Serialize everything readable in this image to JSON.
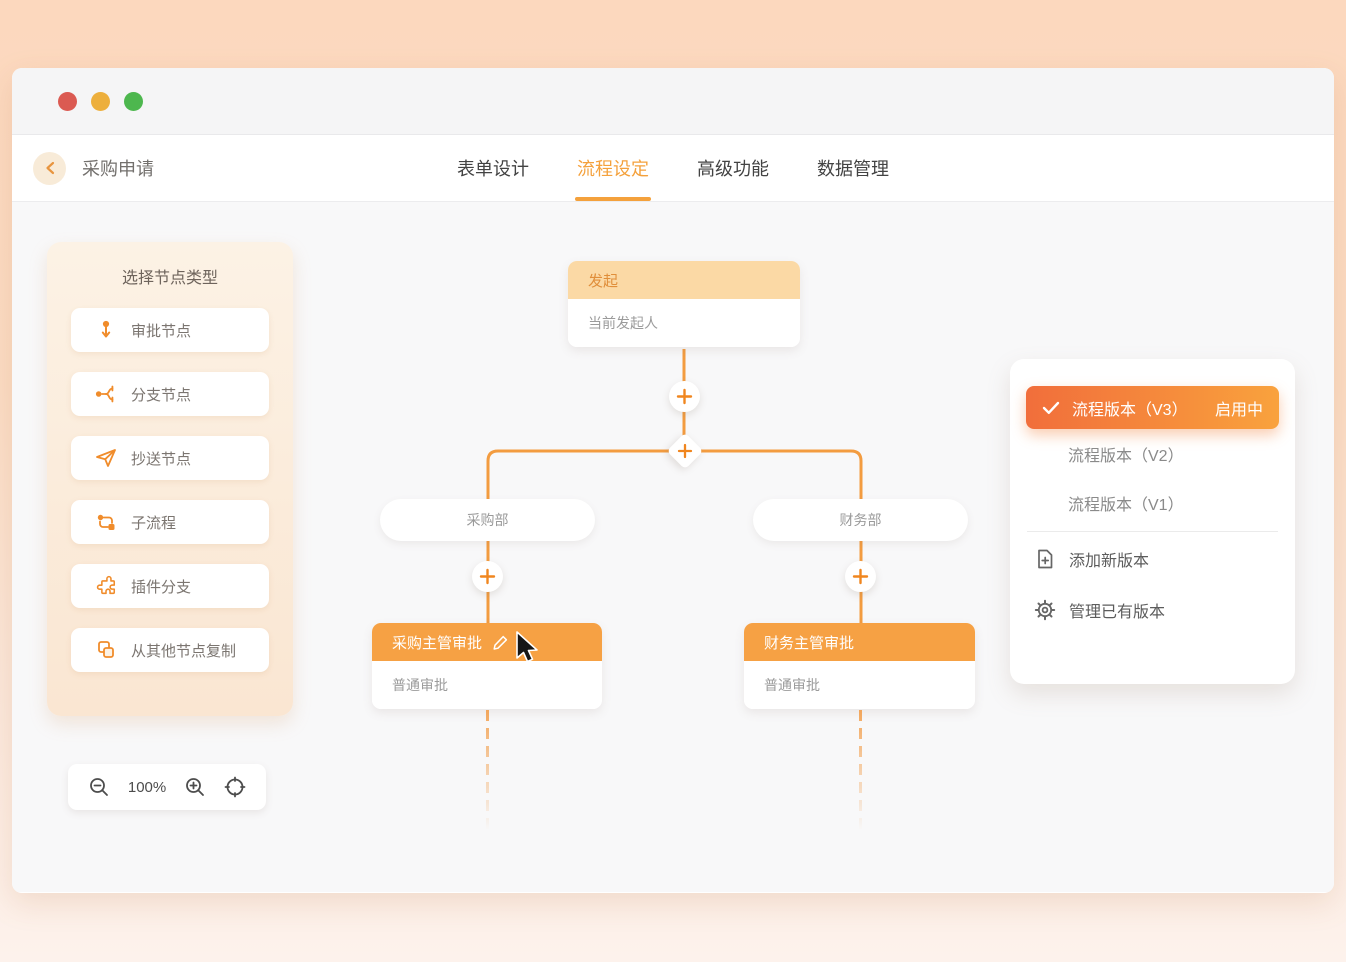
{
  "nav": {
    "title": "采购申请",
    "tabs": [
      {
        "label": "表单设计",
        "active": false
      },
      {
        "label": "流程设定",
        "active": true
      },
      {
        "label": "高级功能",
        "active": false
      },
      {
        "label": "数据管理",
        "active": false
      }
    ]
  },
  "palette": {
    "title": "选择节点类型",
    "items": [
      {
        "label": "审批节点",
        "icon": "approval-node-icon"
      },
      {
        "label": "分支节点",
        "icon": "branch-node-icon"
      },
      {
        "label": "抄送节点",
        "icon": "cc-node-icon"
      },
      {
        "label": "子流程",
        "icon": "subflow-icon"
      },
      {
        "label": "插件分支",
        "icon": "plugin-branch-icon"
      },
      {
        "label": "从其他节点复制",
        "icon": "copy-node-icon"
      }
    ]
  },
  "zoom_toolbar": {
    "level": "100%"
  },
  "flow": {
    "start": {
      "title": "发起",
      "subtitle": "当前发起人"
    },
    "branches": [
      {
        "condition": "采购部",
        "approval_title": "采购主管审批",
        "approval_type": "普通审批",
        "editing": true
      },
      {
        "condition": "财务部",
        "approval_title": "财务主管审批",
        "approval_type": "普通审批",
        "editing": false
      }
    ]
  },
  "version_panel": {
    "active": {
      "label": "流程版本（V3）",
      "status": "启用中"
    },
    "others": [
      {
        "label": "流程版本（V2）"
      },
      {
        "label": "流程版本（V1）"
      }
    ],
    "actions": [
      {
        "label": "添加新版本",
        "icon": "add-document-icon"
      },
      {
        "label": "管理已有版本",
        "icon": "gear-icon"
      }
    ]
  },
  "colors": {
    "accent": "#F49B3F",
    "connector": "#F39C40",
    "approval_header": "#F6A144",
    "start_header_bg": "#FBD9A5",
    "active_gradient_start": "#F16E3B",
    "active_gradient_end": "#F9A23D",
    "outer_background_top": "#FCD8BE"
  }
}
